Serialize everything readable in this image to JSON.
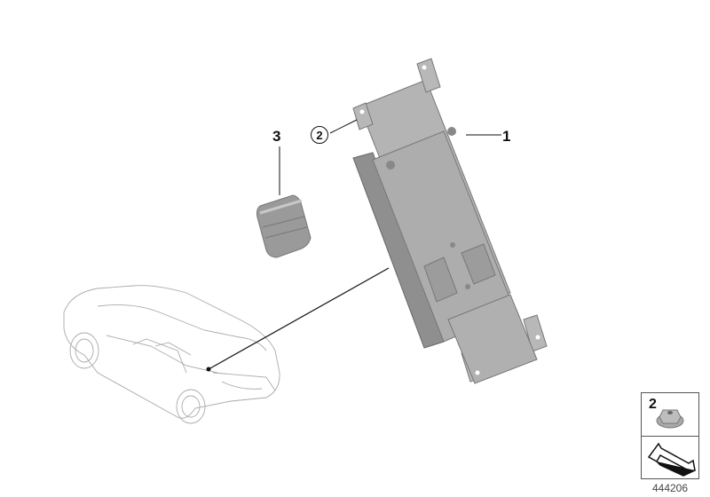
{
  "diagram": {
    "title": "Telematics control unit parts diagram",
    "parts": [
      {
        "number": "1",
        "name": "control-unit-bracket-assembly"
      },
      {
        "number": "2",
        "name": "nut",
        "circled": true
      },
      {
        "number": "3",
        "name": "connector-plug"
      }
    ],
    "callouts": {
      "part1": "1",
      "part2": "2",
      "part3": "3"
    },
    "legend": {
      "part_number": "2",
      "reference": "444206"
    }
  }
}
